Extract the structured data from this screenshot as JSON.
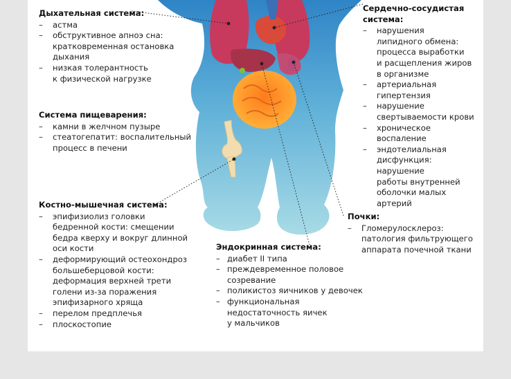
{
  "colors": {
    "body_top": "#2f84c6",
    "body_bottom": "#9fd6e3",
    "lungs": "#c8395e",
    "heart": "#d94a3a",
    "liver": "#a6334a",
    "stomach": "#c24d73",
    "intestine": "#ff9a2a",
    "bone": "#f2ddb0",
    "leader": "#222222"
  },
  "respiratory": {
    "title": "Дыхательная система:",
    "items": [
      "астма",
      "обструктивное апноэ сна:\nкратковременная остановка\nдыхания",
      "низкая толерантность\nк физической нагрузке"
    ]
  },
  "digestive": {
    "title": "Система пищеварения:",
    "items": [
      "камни в желчном пузыре",
      "стеатогепатит: воспалительный\nпроцесс в печени"
    ]
  },
  "musculoskeletal": {
    "title": "Костно-мышечная система:",
    "items": [
      "эпифизиолиз головки\nбедренной кости: смещении\nбедра кверху и вокруг длинной\nоси кости",
      "деформирующий остеохондроз\nбольшеберцовой кости:\nдеформация верхней трети\nголени из-за поражения\nэпифизарного хряща",
      "перелом предплечья",
      "плоскостопие"
    ]
  },
  "endocrine": {
    "title": "Эндокринная система:",
    "items": [
      "диабет II типа",
      "преждевременное половое\nсозревание",
      "поликистоз яичников у девочек",
      "функциональная\nнедостаточность яичек\nу мальчиков"
    ]
  },
  "cardiovascular": {
    "title": "Сердечно-сосудистая\nсистема:",
    "items": [
      "нарушения\nлипидного обмена:\nпроцесса выработки\nи расщепления жиров\nв организме",
      "артериальная\nгипертензия",
      "нарушение\nсвертываемости крови",
      "хроническое\nвоспаление",
      "эндотелиальная\nдисфункция: нарушение\nработы внутренней\nоболочки малых\nартерий"
    ]
  },
  "kidneys": {
    "title": "Почки:",
    "items": [
      "Гломерулосклероз:\nпатология фильтрующего\nаппарата почечной ткани"
    ]
  }
}
